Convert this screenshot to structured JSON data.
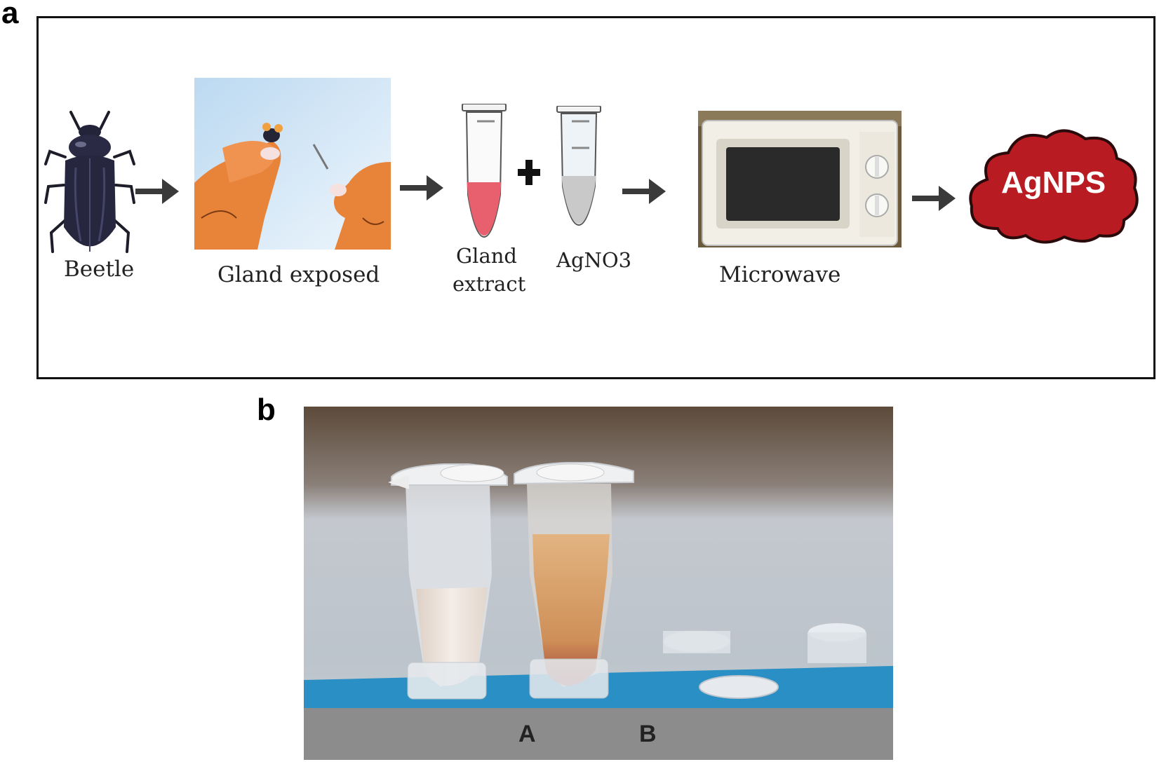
{
  "panels": {
    "a": {
      "letter": "a"
    },
    "b": {
      "letter": "b"
    }
  },
  "steps": {
    "beetle": "Beetle",
    "gland_exposed": "Gland exposed",
    "gland_extract_line1": "Gland",
    "gland_extract_line2": "extract",
    "agno3": "AgNO3",
    "microwave": "Microwave",
    "product": "AgNPS"
  },
  "tubes": {
    "a_label": "A",
    "b_label": "B"
  },
  "colors": {
    "arrow": "#3a3a3a",
    "extract_fluid": "#e8606e",
    "agno3_fluid": "#c9c9c9",
    "cloud": "#b81c22",
    "tube_a_liquid": "#efe3da",
    "tube_b_liquid": "#d9a66b",
    "tray": "#2a8fc4",
    "base_bar": "#8c8c8c"
  },
  "icons": [
    "beetle-icon",
    "gloved-hands-illustration",
    "microtube-icon",
    "plus-icon",
    "microwave-icon",
    "cloud-icon",
    "arrow-icon"
  ]
}
